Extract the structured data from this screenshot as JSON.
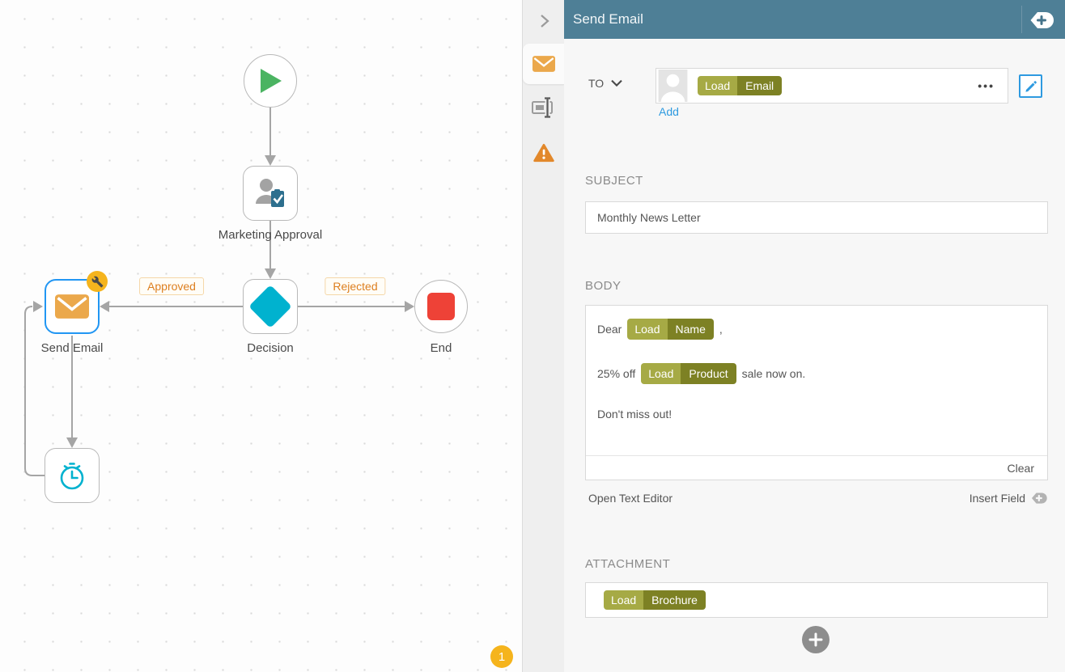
{
  "workflow": {
    "labels": {
      "approval": "Marketing Approval",
      "decision": "Decision",
      "end": "End",
      "send_email": "Send Email"
    },
    "edges": {
      "approved": "Approved",
      "rejected": "Rejected"
    },
    "badge": "1"
  },
  "panel": {
    "title": "Send Email",
    "to": {
      "label": "TO",
      "token": {
        "load": "Load",
        "field": "Email"
      },
      "ellipsis": "•••",
      "add": "Add"
    },
    "subject": {
      "label": "SUBJECT",
      "value": "Monthly News Letter"
    },
    "body": {
      "label": "BODY",
      "line1": {
        "prefix": "Dear",
        "token": {
          "load": "Load",
          "field": "Name"
        },
        "suffix": ","
      },
      "line2": {
        "prefix": "25% off",
        "token": {
          "load": "Load",
          "field": "Product"
        },
        "suffix": "sale now on."
      },
      "line3": "Don't miss out!",
      "clear": "Clear",
      "open_text_editor": "Open Text Editor",
      "insert_field": "Insert Field"
    },
    "attachment": {
      "label": "ATTACHMENT",
      "token": {
        "load": "Load",
        "field": "Brochure"
      }
    }
  },
  "colors": {
    "header": "#4e7f96",
    "token_load": "#a6aa45",
    "token_field": "#7d8124",
    "accent_orange": "#eba84b",
    "warning_orange": "#e2882b",
    "link_blue": "#2e9ae0",
    "selection_blue": "#2196f3",
    "teal": "#00b2cf",
    "green": "#4bb462",
    "red": "#ee4237",
    "badge_yellow": "#f5b41d",
    "edge_label_text": "#dd7f1f"
  }
}
